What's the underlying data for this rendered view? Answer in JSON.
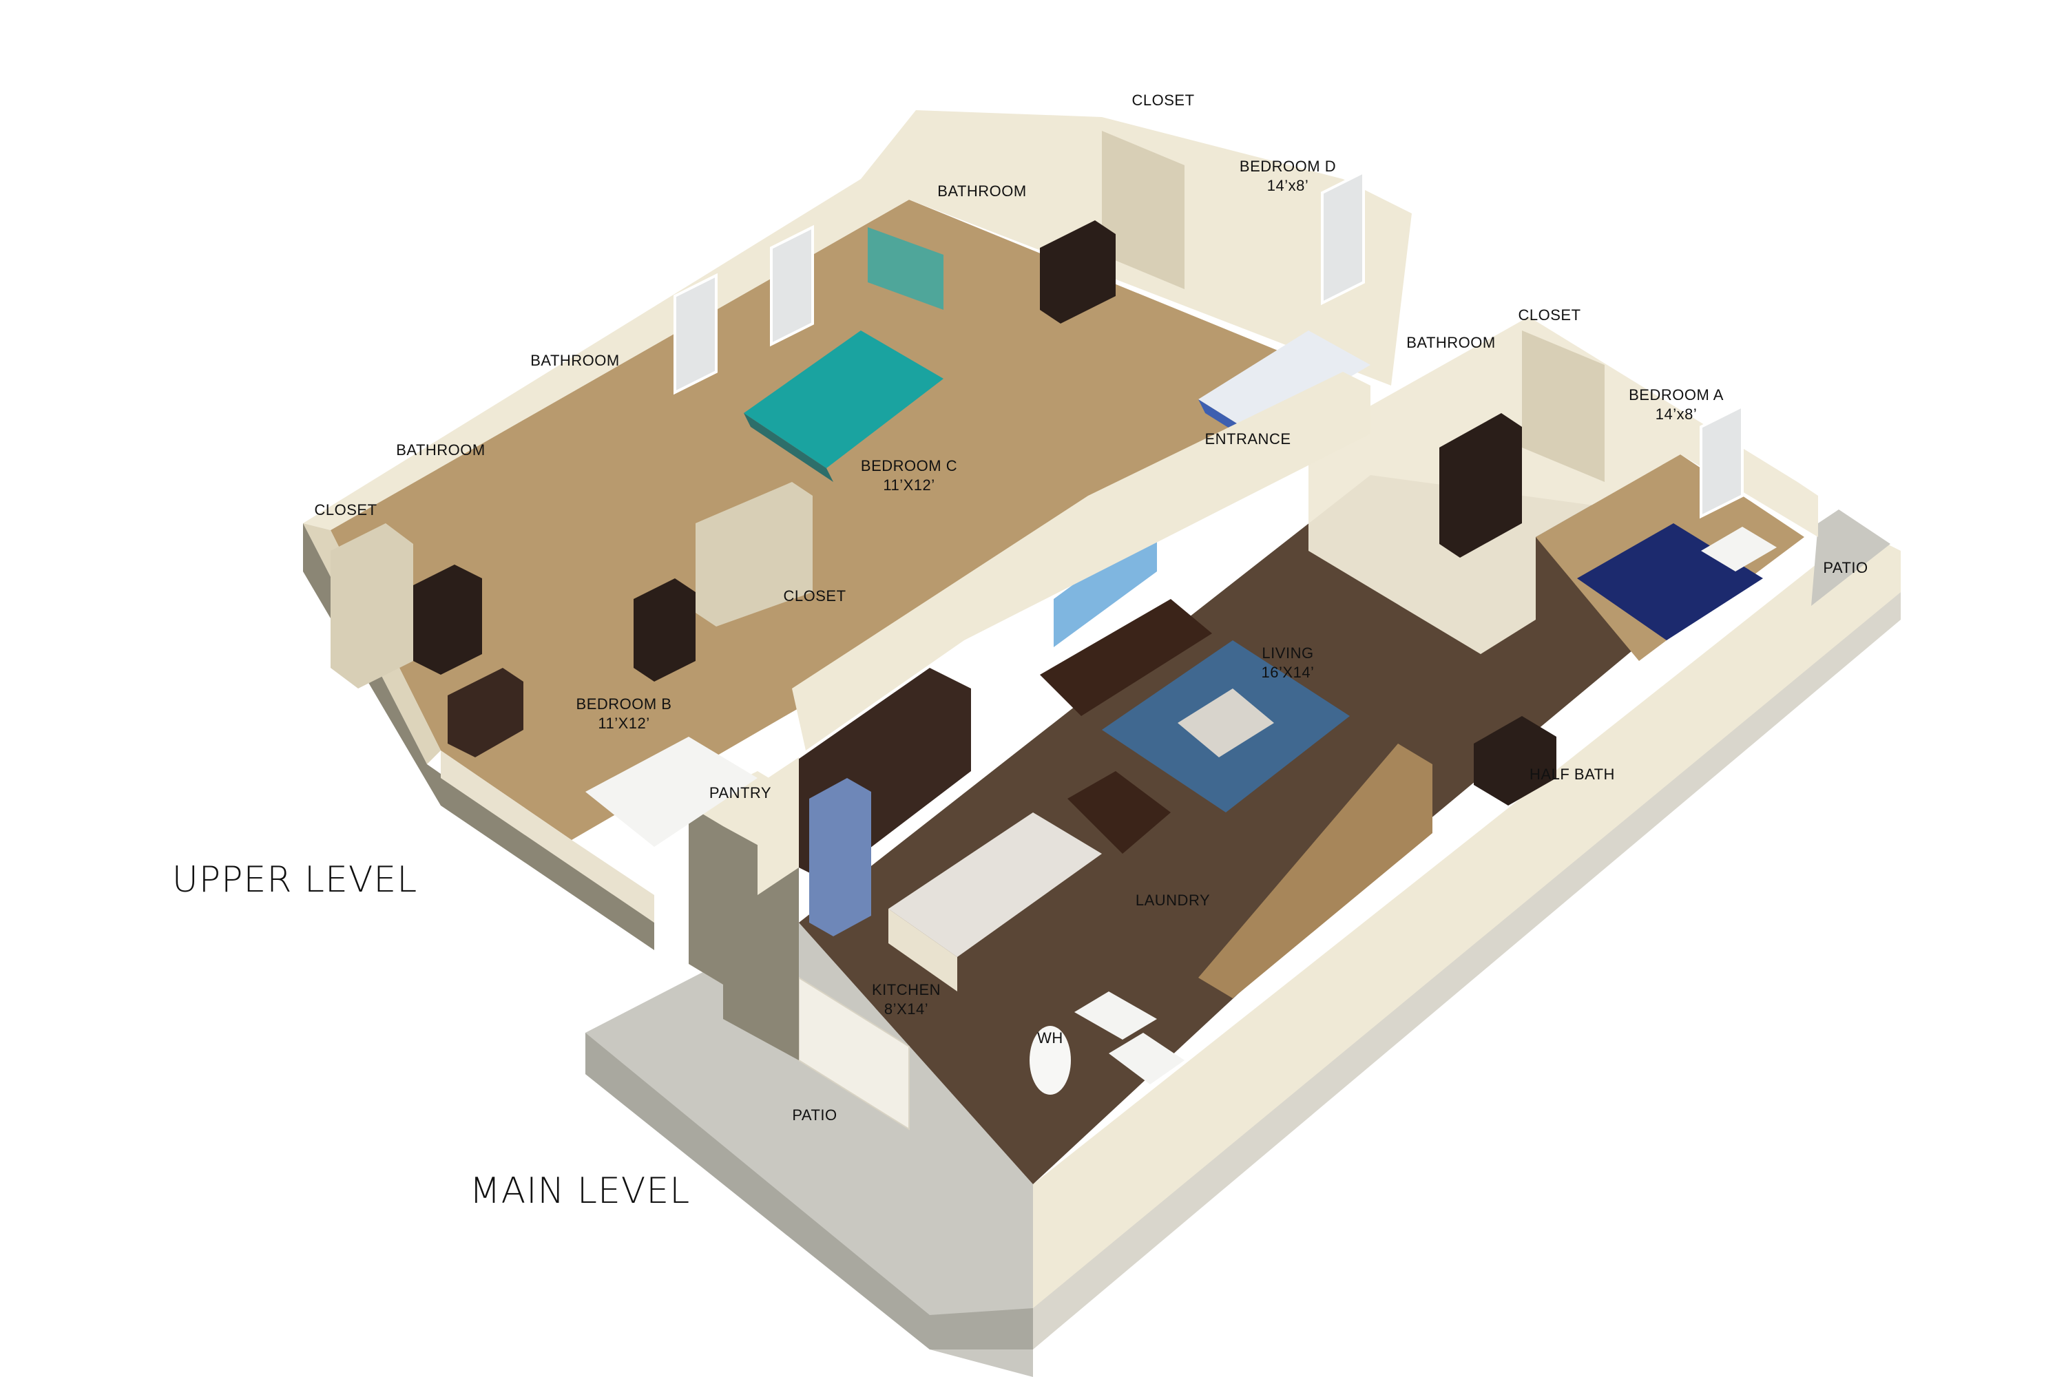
{
  "levels": {
    "upper": "UPPER LEVEL",
    "main": "MAIN LEVEL"
  },
  "colors": {
    "wall": "#efe9d6",
    "wall_shade": "#ddd4bb",
    "carpet": "#b89a6e",
    "wood_floor": "#5a4636",
    "siding": "#8b8675",
    "patio": "#c9c8c1",
    "bed_teal": "#1aa3a0",
    "bed_navy": "#1c2a6e",
    "cabinet": "#3a2820",
    "rug_blue": "#3c6fa0"
  },
  "rooms": {
    "closet_d": {
      "name": "CLOSET"
    },
    "bedroom_d": {
      "name": "BEDROOM D",
      "size": "14’x8’"
    },
    "bathroom_d": {
      "name": "BATHROOM"
    },
    "bathroom_upper": {
      "name": "BATHROOM"
    },
    "bathroom_left": {
      "name": "BATHROOM"
    },
    "closet_left": {
      "name": "CLOSET"
    },
    "bedroom_c": {
      "name": "BEDROOM C",
      "size": "11’X12’"
    },
    "entrance": {
      "name": "ENTRANCE"
    },
    "closet_mid": {
      "name": "CLOSET"
    },
    "bedroom_b": {
      "name": "BEDROOM B",
      "size": "11’X12’"
    },
    "living": {
      "name": "LIVING",
      "size": "16’X14’"
    },
    "bathroom_a": {
      "name": "BATHROOM"
    },
    "closet_a": {
      "name": "CLOSET"
    },
    "bedroom_a": {
      "name": "BEDROOM A",
      "size": "14’x8’"
    },
    "patio_right": {
      "name": "PATIO"
    },
    "half_bath": {
      "name": "HALF BATH"
    },
    "pantry": {
      "name": "PANTRY"
    },
    "laundry": {
      "name": "LAUNDRY"
    },
    "kitchen": {
      "name": "KITCHEN",
      "size": "8’X14’"
    },
    "water_heater": {
      "name": "WH"
    },
    "patio_bottom": {
      "name": "PATIO"
    }
  }
}
